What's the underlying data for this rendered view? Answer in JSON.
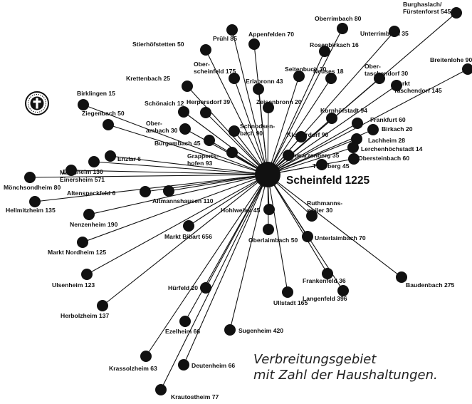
{
  "hub": {
    "id": "scheinfeld",
    "label": "Scheinfeld 1225"
  },
  "caption": {
    "line1": "Verbreitungsgebiet",
    "line2": "mit Zahl der Haushaltungen."
  },
  "emblem_icon": "cross-emblem-icon",
  "places": [
    {
      "id": "obemimbach",
      "lines": [
        "Oberrimbach 80"
      ]
    },
    {
      "id": "unterrimbach",
      "lines": [
        "Unterrimbach 35"
      ]
    },
    {
      "id": "burghaslach",
      "lines": [
        "Burghaslach/",
        "Fürstenforst 545"
      ]
    },
    {
      "id": "breitenlohe",
      "lines": [
        "Breitenlohe 90"
      ]
    },
    {
      "id": "pruehl",
      "lines": [
        "Prühl 85"
      ]
    },
    {
      "id": "appenfelden",
      "lines": [
        "Appenfelden 70"
      ]
    },
    {
      "id": "stierhoefstetten",
      "lines": [
        "Stierhöfstetten 50"
      ]
    },
    {
      "id": "rosenbirkach",
      "lines": [
        "Rosenbirkach 16"
      ]
    },
    {
      "id": "oberscheinfeld",
      "lines": [
        "Ober-",
        "scheinfeld 175"
      ]
    },
    {
      "id": "erlabronn",
      "lines": [
        "Erlabronn 43"
      ]
    },
    {
      "id": "seitenbuch",
      "lines": [
        "Seitenbuch 30"
      ]
    },
    {
      "id": "neuses",
      "lines": [
        "Neuses 18"
      ]
    },
    {
      "id": "obertaschendorf",
      "lines": [
        "Ober-",
        "taschendorf 30"
      ]
    },
    {
      "id": "markttaschendorf",
      "lines": [
        "Markt",
        "Taschendorf 145"
      ]
    },
    {
      "id": "krettenbach",
      "lines": [
        "Krettenbach 25"
      ]
    },
    {
      "id": "herpersdorf",
      "lines": [
        "Herpersdorf 39"
      ]
    },
    {
      "id": "zeisenbronn",
      "lines": [
        "Zeisenbronn 20"
      ]
    },
    {
      "id": "schoenaich",
      "lines": [
        "Schönaich 12"
      ]
    },
    {
      "id": "kornhoefstadt",
      "lines": [
        "Kornhöfstadt 94"
      ]
    },
    {
      "id": "birklingen",
      "lines": [
        "Birklingen 15"
      ]
    },
    {
      "id": "ziegenbach",
      "lines": [
        "Ziegenbach 50"
      ]
    },
    {
      "id": "oberambach",
      "lines": [
        "Ober-",
        "ambach 30"
      ]
    },
    {
      "id": "schnodsenbach",
      "lines": [
        "Schnodsen-",
        "bach 90"
      ]
    },
    {
      "id": "frankfurt",
      "lines": [
        "Frankfurt 60"
      ]
    },
    {
      "id": "birkach",
      "lines": [
        "Birkach 20"
      ]
    },
    {
      "id": "klosterdorf",
      "lines": [
        "Klosterdorf 90"
      ]
    },
    {
      "id": "lachheim",
      "lines": [
        "Lachheim 28"
      ]
    },
    {
      "id": "burgambach",
      "lines": [
        "Burgambach 45"
      ]
    },
    {
      "id": "lerchenhoechstadt",
      "lines": [
        "Lerchenhöchstadt 14"
      ]
    },
    {
      "id": "schwarzenberg",
      "lines": [
        "Schwarzenberg 35"
      ]
    },
    {
      "id": "obersteinbach",
      "lines": [
        "Obersteinbach 60"
      ]
    },
    {
      "id": "thierberg",
      "lines": [
        "Thierberg 45"
      ]
    },
    {
      "id": "grappertshofen",
      "lines": [
        "Grapperts-",
        "hofen 93"
      ]
    },
    {
      "id": "enzlar",
      "lines": [
        "Enzlar 6"
      ]
    },
    {
      "id": "dornheim",
      "lines": [
        "Dornheim 130"
      ]
    },
    {
      "id": "markteinersheim",
      "lines": [
        "Markt",
        "Einersheim 571"
      ]
    },
    {
      "id": "moenchsondheim",
      "lines": [
        "Mönchsondheim 80"
      ]
    },
    {
      "id": "altenspeckfeld",
      "lines": [
        "Altenspeckfeld 6"
      ]
    },
    {
      "id": "altmannshausen",
      "lines": [
        "Altmannshausen 110"
      ]
    },
    {
      "id": "hellmitzheim",
      "lines": [
        "Hellmitzheim 135"
      ]
    },
    {
      "id": "nenzenheim",
      "lines": [
        "Nenzenheim 190"
      ]
    },
    {
      "id": "hohlweiler",
      "lines": [
        "Hohlweiler 45"
      ]
    },
    {
      "id": "ruthmannsweiler",
      "lines": [
        "Ruthmanns-",
        "weiler 30"
      ]
    },
    {
      "id": "marktbibart",
      "lines": [
        "Markt Bibart 656"
      ]
    },
    {
      "id": "marktnordheim",
      "lines": [
        "Markt Nordheim 125"
      ]
    },
    {
      "id": "oberlaimbach",
      "lines": [
        "Oberlaimbach 50"
      ]
    },
    {
      "id": "unterlaimbach",
      "lines": [
        "Unterlaimbach 70"
      ]
    },
    {
      "id": "ulsenheim",
      "lines": [
        "Ulsenheim 123"
      ]
    },
    {
      "id": "frankenfeld",
      "lines": [
        "Frankenfeld 36"
      ]
    },
    {
      "id": "baudenbach",
      "lines": [
        "Baudenbach 275"
      ]
    },
    {
      "id": "huerfeld",
      "lines": [
        "Hürfeld 20"
      ]
    },
    {
      "id": "langenfeld",
      "lines": [
        "Langenfeld 396"
      ]
    },
    {
      "id": "ullstadt",
      "lines": [
        "Ullstadt 165"
      ]
    },
    {
      "id": "herbolzheim",
      "lines": [
        "Herbolzheim 137"
      ]
    },
    {
      "id": "ezelheim",
      "lines": [
        "Ezelheim 66"
      ]
    },
    {
      "id": "sugenheim",
      "lines": [
        "Sugenheim 420"
      ]
    },
    {
      "id": "krassolzheim",
      "lines": [
        "Krassolzheim 63"
      ]
    },
    {
      "id": "deutenheim",
      "lines": [
        "Deutenheim 66"
      ]
    },
    {
      "id": "krautostheim",
      "lines": [
        "Krautostheim 77"
      ]
    }
  ]
}
